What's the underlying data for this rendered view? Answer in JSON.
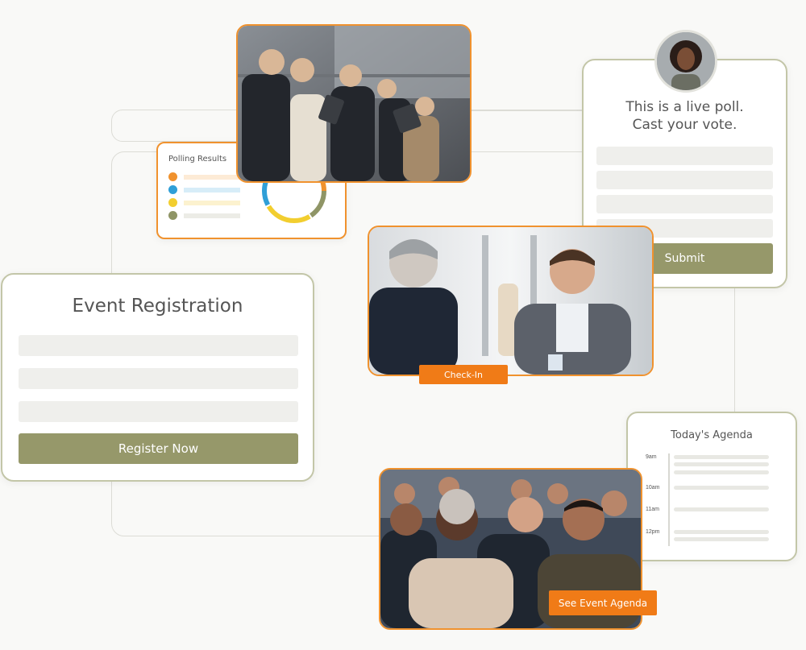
{
  "polling_card": {
    "title": "Polling Results",
    "legend_colors": [
      "#f0922e",
      "#2f9fd7",
      "#f2ce2f",
      "#8f9566"
    ],
    "legend_bar_colors": [
      "#fdebd6",
      "#d7edf8",
      "#fcf2cf",
      "#ecece6"
    ],
    "icon": "donut-chart-icon"
  },
  "live_poll": {
    "title_line1": "This is a live poll.",
    "title_line2": "Cast your vote.",
    "submit_label": "Submit",
    "avatar_icon": "presenter-avatar"
  },
  "registration": {
    "title": "Event Registration",
    "register_label": "Register Now"
  },
  "checkin": {
    "tag_label": "Check-In"
  },
  "agenda": {
    "title": "Today's Agenda",
    "times": [
      "9am",
      "10am",
      "11am",
      "12pm"
    ]
  },
  "audience": {
    "button_label": "See Event Agenda"
  },
  "colors": {
    "olive": "#96986a",
    "olive_border": "#c3c6a8",
    "orange": "#f07b17",
    "orange_border": "#f0922e"
  }
}
